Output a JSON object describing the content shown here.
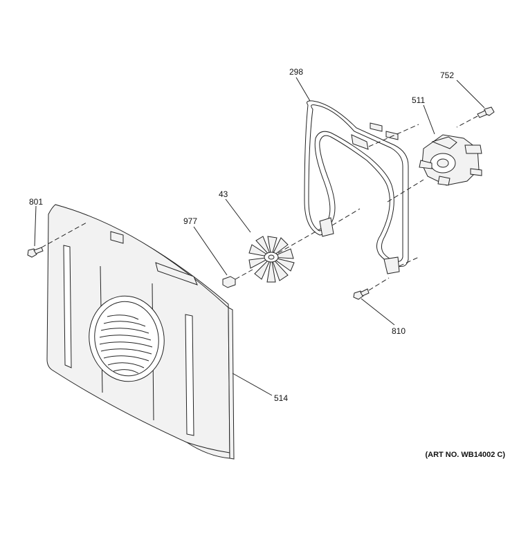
{
  "diagram": {
    "callouts": {
      "c298": "298",
      "c752": "752",
      "c511": "511",
      "c43": "43",
      "c977": "977",
      "c801": "801",
      "c810": "810",
      "c514": "514"
    },
    "art_number": "(ART NO. WB14002 C)"
  }
}
